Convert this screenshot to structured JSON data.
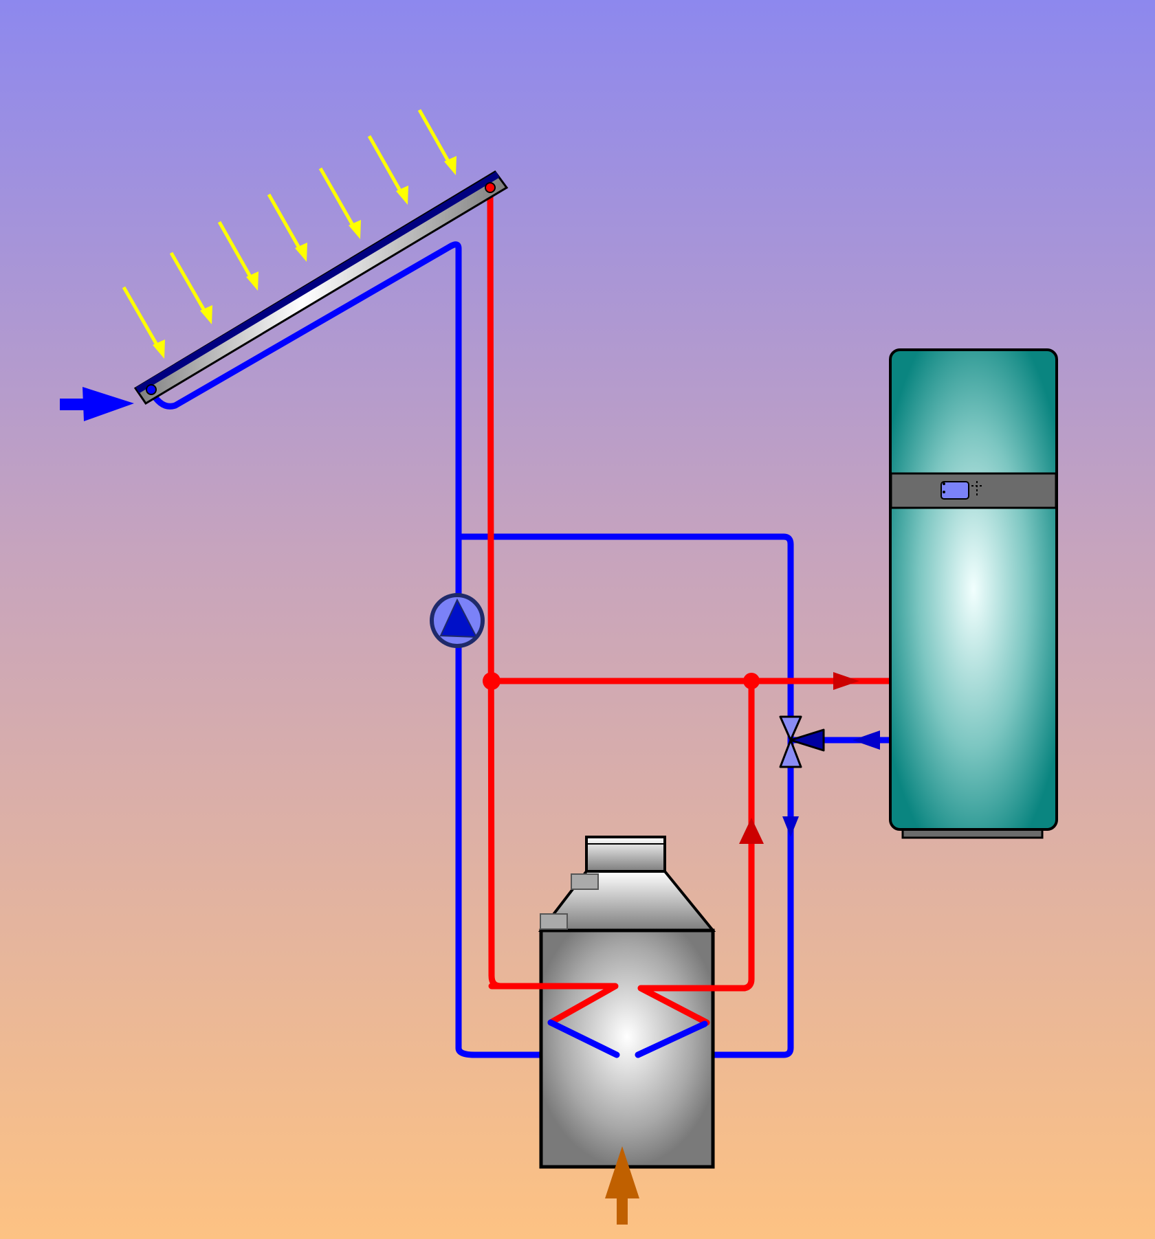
{
  "diagram": {
    "description_visible_text": "",
    "components": [
      {
        "id": "solar-collector",
        "icon": "solar-panel-icon"
      },
      {
        "id": "sun-rays",
        "icon": "sunlight-arrows-icon",
        "count": 7
      },
      {
        "id": "circulation-pump",
        "icon": "pump-icon"
      },
      {
        "id": "three-way-valve",
        "icon": "valve-icon"
      },
      {
        "id": "storage-tank",
        "icon": "boiler-tank-icon"
      },
      {
        "id": "heat-pump-unit",
        "icon": "hot-water-cylinder-icon"
      }
    ],
    "colors": {
      "background_top": "#8d88ee",
      "background_bottom": "#fdc283",
      "hot_pipe": "#ff0000",
      "hot_arrow": "#cc0000",
      "cold_pipe": "#0000ff",
      "cold_arrow": "#0000cc",
      "sun_ray": "#ffff00",
      "inlet_arrow": "#c06000",
      "pump_fill": "#7b82f8",
      "pump_border": "#1f2a6a",
      "tank_teal": "#0e8b88",
      "steel_gray": "#7b7b7b"
    }
  }
}
